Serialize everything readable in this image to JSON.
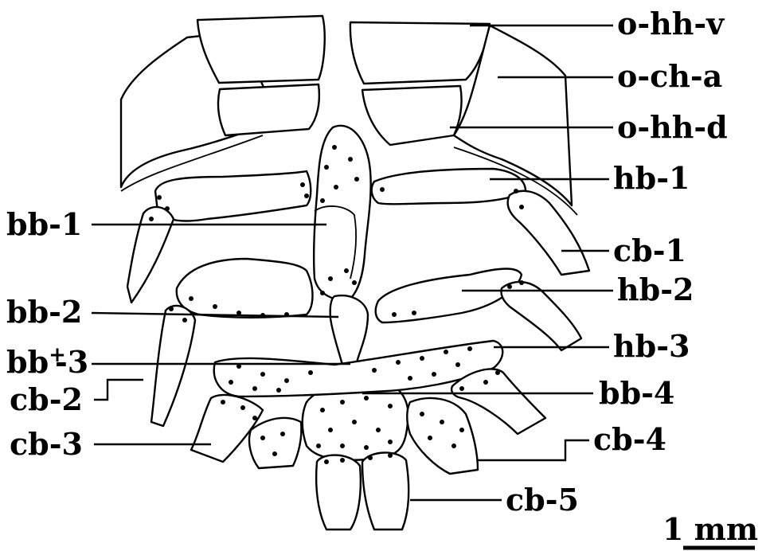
{
  "labels": {
    "o_hh_v": "o-hh-v",
    "o_ch_a": "o-ch-a",
    "o_hh_d": "o-hh-d",
    "hb_1": "hb-1",
    "cb_1": "cb-1",
    "hb_2": "hb-2",
    "hb_3": "hb-3",
    "bb_4": "bb-4",
    "cb_4": "cb-4",
    "cb_5": "cb-5",
    "bb_1": "bb-1",
    "bb_2": "bb-2",
    "bb_3_main": "bb",
    "bb_3_plus": "+",
    "bb_3_tail": "-3",
    "cb_2": "cb-2",
    "cb_3": "cb-3"
  },
  "scale_bar": {
    "label": "1 mm"
  },
  "colors": {
    "ink": "#000000",
    "paper": "#ffffff"
  }
}
